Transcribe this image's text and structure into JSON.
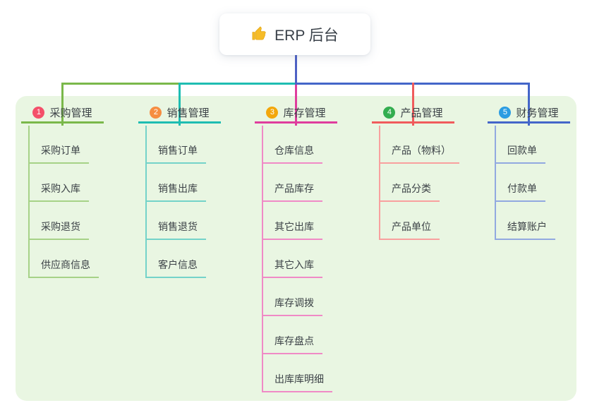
{
  "root": {
    "title": "ERP 后台",
    "icon": "thumbs-up-icon"
  },
  "branches": [
    {
      "number": "1",
      "label": "采购管理",
      "badge_color": "#f4506a",
      "line_color": "#7ab84a",
      "light_color": "#a6d287",
      "children": [
        "采购订单",
        "采购入库",
        "采购退货",
        "供应商信息"
      ]
    },
    {
      "number": "2",
      "label": "销售管理",
      "badge_color": "#f68d41",
      "line_color": "#1ebdb2",
      "light_color": "#74d3c9",
      "children": [
        "销售订单",
        "销售出库",
        "销售退货",
        "客户信息"
      ]
    },
    {
      "number": "3",
      "label": "库存管理",
      "badge_color": "#f3a70b",
      "line_color": "#df3d9d",
      "light_color": "#f08ac6",
      "children": [
        "仓库信息",
        "产品库存",
        "其它出库",
        "其它入库",
        "库存调拨",
        "库存盘点",
        "出库库明细"
      ]
    },
    {
      "number": "4",
      "label": "产品管理",
      "badge_color": "#33ad4f",
      "line_color": "#f05b5c",
      "light_color": "#f8a09e",
      "children": [
        "产品（物料）",
        "产品分类",
        "产品单位"
      ]
    },
    {
      "number": "5",
      "label": "财务管理",
      "badge_color": "#2b9ce2",
      "line_color": "#4466c9",
      "light_color": "#92a9e0",
      "children": [
        "回款单",
        "付款单",
        "结算账户"
      ]
    }
  ],
  "colors": {
    "page_background": "#ffffff",
    "panel_background": "#e9f6e2",
    "root_connector": "#4e61c5",
    "text": "#3c4247",
    "root_icon_gold": "#f6bc28"
  }
}
